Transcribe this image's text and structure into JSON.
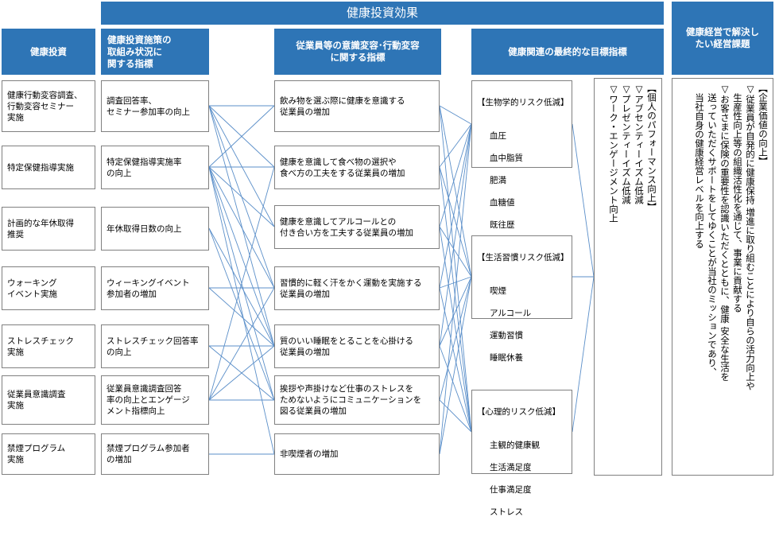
{
  "headers": {
    "main": "健康投資効果",
    "investment": "健康投資",
    "measures": "健康投資施策の\n取組み状況に\n関する指標",
    "behavior": "従業員等の意識変容･行動変容\nに関する指標",
    "final": "健康関連の最終的な目標指標",
    "issues": "健康経営で解決し\nたい経営課題"
  },
  "investments": [
    "健康行動変容調査、\n行動変容セミナー\n実施",
    "特定保健指導実施",
    "計画的な年休取得\n推奨",
    "ウォーキング\nイベント実施",
    "ストレスチェック\n実施",
    "従業員意識調査\n実施",
    "禁煙プログラム\n実施"
  ],
  "measures": [
    "調査回答率、\nセミナー参加率の向上",
    "特定保健指導実施率\nの向上",
    "年休取得日数の向上",
    "ウィーキングイベント\n参加者の増加",
    "ストレスチェック回答率\nの向上",
    "従業員意識調査回答\n率の向上とエンゲージ\nメント指標向上",
    "禁煙プログラム参加者\nの増加"
  ],
  "behaviors": [
    "飲み物を選ぶ際に健康を意識する\n従業員の増加",
    "健康を意識して食べ物の選択や\n食べ方の工夫をする従業員の増加",
    "健康を意識してアルコールとの\n付き合い方を工夫する従業員の増加",
    "習慣的に軽く汗をかく運動を実施する\n従業員の増加",
    "質のいい睡眠をとることを心掛ける\n従業員の増加",
    "挨拶や声掛けなど仕事のストレスを\nためないようにコミュニケーションを\n図る従業員の増加",
    "非喫煙者の増加"
  ],
  "risks": [
    {
      "title": "【生物学的リスク低減】",
      "items": [
        "血圧",
        "血中脂質",
        "肥満",
        "血糖値",
        "既往歴"
      ]
    },
    {
      "title": "【生活習慣リスク低減】",
      "items": [
        "喫煙",
        "アルコール",
        "運動習慣",
        "睡眠休養"
      ]
    },
    {
      "title": "【心理的リスク低減】",
      "items": [
        "主観的健康観",
        "生活満足度",
        "仕事満足度",
        "ストレス"
      ]
    }
  ],
  "performance": [
    "【個人のパフォーマンス向上】",
    "▽アブセンティーイズム低減",
    "▽プレゼンティーイズム低減",
    "▽ワーク・エンゲージメント向上"
  ],
  "goals": [
    "【企業価値の向上】",
    "▽従業員が自発的に健康保持 増進に取り組むことにより自らの活力向上や",
    "生産性向上等の組織活性化を通じて、事業に貢献する",
    "▽お客さまに保険の重要性を認識いただくとともに、健康 安全な生活を",
    "送っていただくサポートをしてゆくことが当社のミッションであり、",
    "当社自身の健康経営レベルを向上する"
  ]
}
